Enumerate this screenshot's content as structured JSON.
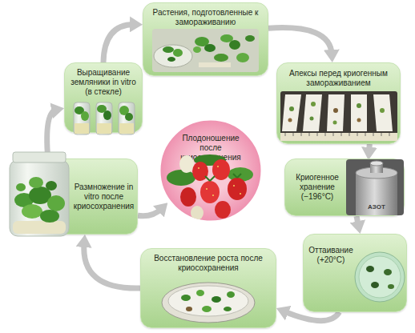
{
  "diagram": {
    "nodes": [
      {
        "text": [
          "Растения, подготовленные к замораживанию"
        ]
      },
      {
        "text": [
          "Выращивание земляники in vitro (в стекле)"
        ]
      },
      {
        "text": [
          "Апексы перед криогенным замораживанием"
        ]
      },
      {
        "text": [
          "Плодоношение после криосохранения"
        ]
      },
      {
        "text": [
          "Размножение in vitro после криосохранения"
        ]
      },
      {
        "text": [
          "Криогенное хранение (−196°C)"
        ]
      },
      {
        "text": [
          "Восстановление роста после криосохранения"
        ]
      },
      {
        "text": [
          "Оттаивание (+20°C)"
        ]
      }
    ],
    "edges": [
      {
        "from": 1,
        "to": 0,
        "arrow": "to"
      },
      {
        "from": 0,
        "to": 2,
        "arrow": "to"
      },
      {
        "from": 2,
        "to": 5,
        "arrow": "to"
      },
      {
        "from": 5,
        "to": 7,
        "arrow": "to"
      },
      {
        "from": 7,
        "to": 6,
        "arrow": "to"
      },
      {
        "from": 6,
        "to": 4,
        "arrow": "to"
      },
      {
        "from": 4,
        "to": 1,
        "arrow": "to"
      },
      {
        "from": 4,
        "to": 3,
        "arrow": "to"
      }
    ],
    "labels": [
      "АЗОТ"
    ]
  }
}
